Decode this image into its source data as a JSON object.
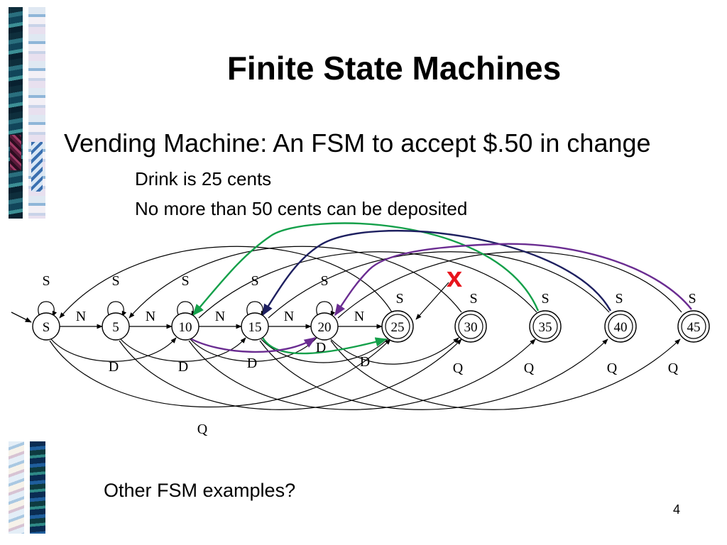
{
  "slide": {
    "title": "Finite State Machines",
    "subtitle": "Vending Machine: An FSM to accept $.50 in change",
    "bullets": [
      "Drink is 25 cents",
      "No more than 50 cents can be deposited"
    ],
    "question": "Other FSM examples?",
    "page_number": "4"
  },
  "diagram": {
    "states": [
      {
        "id": "S",
        "label": "S",
        "accepting": false
      },
      {
        "id": "5",
        "label": "5",
        "accepting": false
      },
      {
        "id": "10",
        "label": "10",
        "accepting": false
      },
      {
        "id": "15",
        "label": "15",
        "accepting": false
      },
      {
        "id": "20",
        "label": "20",
        "accepting": false
      },
      {
        "id": "25",
        "label": "25",
        "accepting": true
      },
      {
        "id": "30",
        "label": "30",
        "accepting": true
      },
      {
        "id": "35",
        "label": "35",
        "accepting": true
      },
      {
        "id": "40",
        "label": "40",
        "accepting": true
      },
      {
        "id": "45",
        "label": "45",
        "accepting": true
      }
    ],
    "self_loop_label": "S",
    "nickel_label": "N",
    "dime_label": "D",
    "quarter_label": "Q",
    "cross_mark": "x",
    "colors": {
      "text": "#000000",
      "cross_mark": "#e8141c",
      "arrow_green": "#14a04a",
      "arrow_navy": "#1e2060",
      "arrow_purple": "#6a2c91"
    }
  }
}
